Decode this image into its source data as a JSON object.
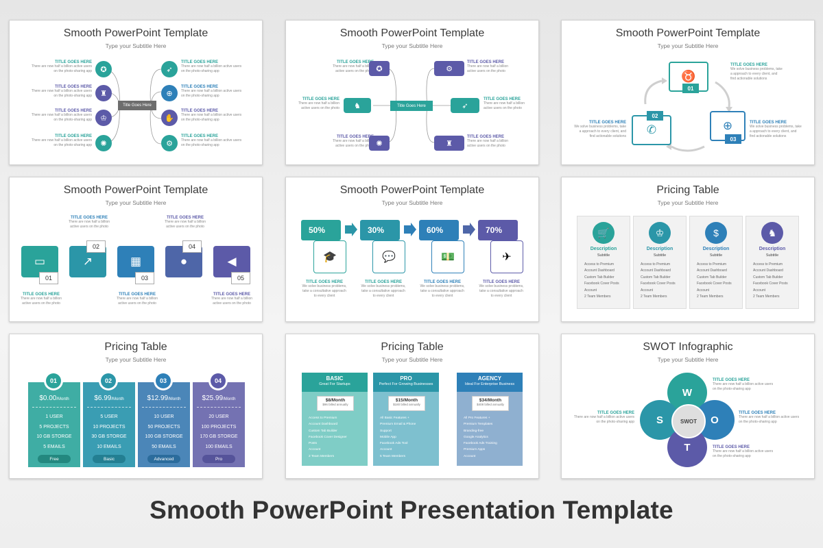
{
  "page_title": "Smooth PowerPoint Presentation Template",
  "common": {
    "title_goes_here": "TITLE GOES HERE",
    "title_goes_here_mixed": "Title Goes Here",
    "desc_photo_1": "There are now half a billion active users",
    "desc_photo_2": "on the photo-sharing app",
    "desc_photo_short_1": "There are now half a billion",
    "desc_photo_short_2": "active users on the photo",
    "desc_biz_1": "We solve business problems, take",
    "desc_biz_2": "a approach to every client, and",
    "desc_biz_3": "find actionable solutions",
    "desc_consult_1": "We solve business problems,",
    "desc_consult_2": "take a consultative approach",
    "desc_consult_3": "to every client"
  },
  "slides": {
    "s1": {
      "title": "Smooth PowerPoint Template",
      "subtitle": "Type your Subtitle Here"
    },
    "s2": {
      "title": "Smooth PowerPoint Template",
      "subtitle": "Type your Subtitle Here"
    },
    "s3": {
      "title": "Smooth PowerPoint Template",
      "subtitle": "Type your Subtitle Here",
      "n1": "01",
      "n2": "02",
      "n3": "03"
    },
    "s4": {
      "title": "Smooth PowerPoint Template",
      "subtitle": "Type your Subtitle Here",
      "nums": [
        "01",
        "02",
        "03",
        "04",
        "05"
      ]
    },
    "s5": {
      "title": "Smooth PowerPoint Template",
      "subtitle": "Type your Subtitle Here",
      "pcts": [
        "50%",
        "30%",
        "60%",
        "70%"
      ]
    },
    "s6": {
      "title": "Pricing Table",
      "subtitle": "Type your Subtitle Here",
      "desc": "Description",
      "sub": "Subtitle",
      "features": [
        "Access to Premium",
        "Account Dashboard",
        "Custom Tab Builder",
        "Facebook Cover Posts",
        "Account",
        "2 Team Members"
      ],
      "colors": {
        "c1": "#2aa39a",
        "c2": "#2b96a8",
        "c3": "#2e80b8",
        "c4": "#5c5aa8"
      }
    },
    "s7": {
      "title": "Pricing Table",
      "subtitle": "Type your Subtitle Here",
      "plans": [
        {
          "num": "01",
          "price": "$0.00",
          "unit": "/Month",
          "users": "1 USER",
          "projects": "5 PROJECTS",
          "storage": "10 GB STORGE",
          "emails": "5 EMAILS",
          "button": "Free"
        },
        {
          "num": "02",
          "price": "$6.99",
          "unit": "/Month",
          "users": "5 USER",
          "projects": "10 PROJECTS",
          "storage": "30 GB STORGE",
          "emails": "10 EMAILS",
          "button": "Basic"
        },
        {
          "num": "03",
          "price": "$12.99",
          "unit": "/Month",
          "users": "10 USER",
          "projects": "50 PROJECTS",
          "storage": "100 GB STORGE",
          "emails": "50 EMAILS",
          "button": "Advanced"
        },
        {
          "num": "04",
          "price": "$25.99",
          "unit": "/Month",
          "users": "20 USER",
          "projects": "100 PROJECTS",
          "storage": "170 GB STORGE",
          "emails": "100 EMAILS",
          "button": "Pro"
        }
      ]
    },
    "s8": {
      "title": "Pricing Table",
      "subtitle": "Type your Subtitle Here",
      "tiers": [
        {
          "name": "BASIC",
          "tag": "Great For Startups",
          "price": "$8/Month",
          "billed": "$96 billed annually",
          "features": [
            "Access to Premium",
            "Account Dashboard",
            "Custom Tab Builder",
            "Facebook Cover Designer",
            "Posts",
            "Account",
            "2 Team Members"
          ]
        },
        {
          "name": "PRO",
          "tag": "Perfect For Growing Businesses",
          "price": "$15/Month",
          "billed": "$180 billed annually",
          "features": [
            "All Basic Features +",
            "Premium Email & Phone",
            "Support",
            "Mobile App",
            "Facebook Ads Tool",
            "Account",
            "5 Team Members"
          ]
        },
        {
          "name": "AGENCY",
          "tag": "Ideal For Enterprise Business",
          "price": "$34/Month",
          "billed": "$408 billed annually",
          "features": [
            "All Pro Features +",
            "Premium Templates",
            "Branding-free",
            "Google Analytics",
            "Facebook Ads Training",
            "Premium Apps",
            "Account"
          ]
        }
      ]
    },
    "s9": {
      "title": "SWOT Infographic",
      "subtitle": "Type your Subtitle Here",
      "center": "SWOT",
      "w": "W",
      "s": "S",
      "o": "O",
      "t": "T"
    }
  }
}
